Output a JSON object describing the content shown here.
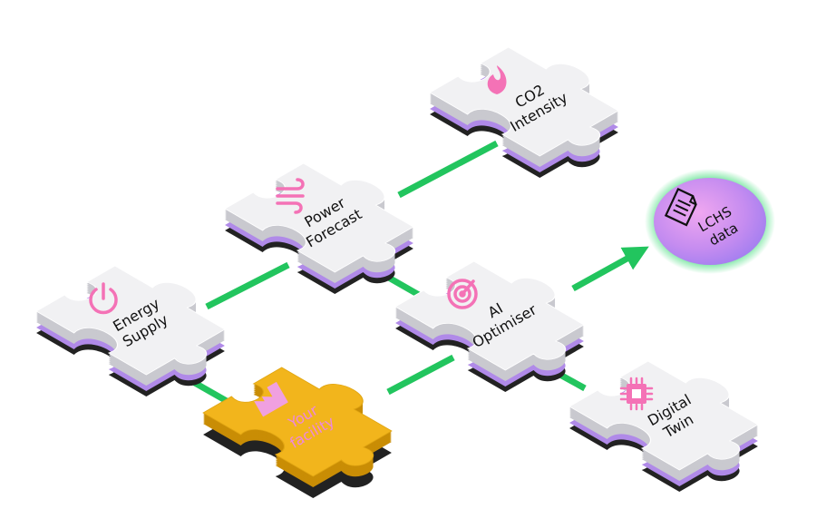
{
  "nodes": {
    "co2": {
      "line1": "CO2",
      "line2": "Intensity",
      "icon": "flame-icon"
    },
    "power": {
      "line1": "Power",
      "line2": "Forecast",
      "icon": "wind-icon"
    },
    "energy": {
      "line1": "Energy",
      "line2": "Supply",
      "icon": "power-icon"
    },
    "ai": {
      "line1": "AI",
      "line2": "Optimiser",
      "icon": "target-icon"
    },
    "twin": {
      "line1": "Digital",
      "line2": "Twin",
      "icon": "chip-icon"
    },
    "facility": {
      "line1": "Your",
      "line2": "facility",
      "icon": "factory-icon"
    },
    "lchs": {
      "line1": "LCHS",
      "line2": "data",
      "icon": "document-icon"
    }
  },
  "colors": {
    "connector": "#22c55e",
    "piece_top": "#f1f1f3",
    "piece_side": "#c9c9cf",
    "piece_base": "#b08ae8",
    "piece_shadow": "#222222",
    "facility_top": "#f2b51c",
    "facility_side": "#c98d05",
    "icon_pink": "#f472b6",
    "badge_glow": "#4ade80"
  }
}
